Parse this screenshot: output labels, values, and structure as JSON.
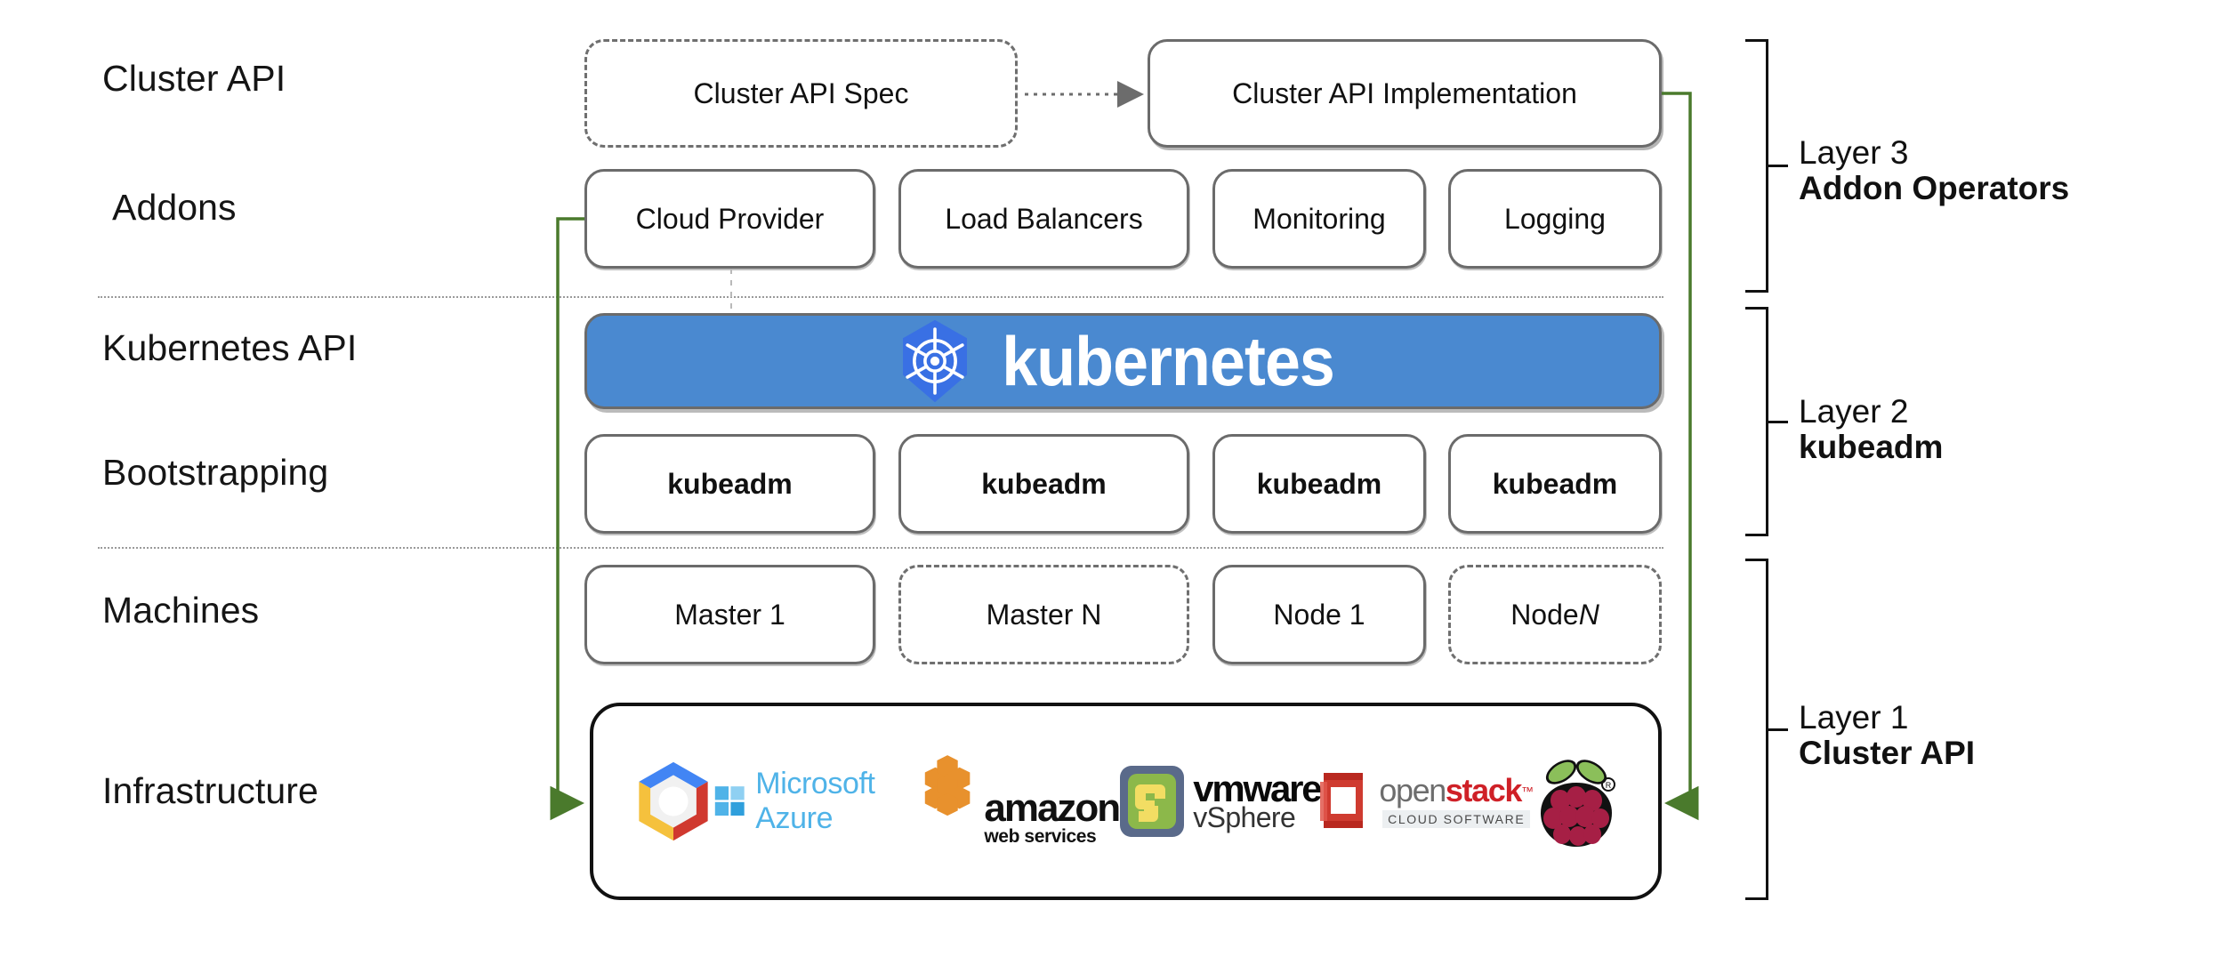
{
  "diagram": {
    "title": "Kubernetes Cluster API layered architecture",
    "accent_green": "#4a7a2c",
    "kubernetes_blue": "#4a89d0",
    "logo_blue": "#3970e4"
  },
  "row_labels": [
    {
      "id": "cluster-api",
      "text": "Cluster API"
    },
    {
      "id": "addons",
      "text": "Addons"
    },
    {
      "id": "kubernetes-api",
      "text": "Kubernetes API"
    },
    {
      "id": "bootstrapping",
      "text": "Bootstrapping"
    },
    {
      "id": "machines",
      "text": "Machines"
    },
    {
      "id": "infrastructure",
      "text": "Infrastructure"
    }
  ],
  "cluster_api_row": {
    "spec": {
      "label": "Cluster API Spec",
      "style": "dashed"
    },
    "implementation": {
      "label": "Cluster API Implementation",
      "style": "solid"
    },
    "connector": "dotted-arrow-right"
  },
  "addons_row": [
    {
      "label": "Cloud Provider"
    },
    {
      "label": "Load Balancers"
    },
    {
      "label": "Monitoring"
    },
    {
      "label": "Logging"
    }
  ],
  "kubernetes_banner": {
    "wordmark": "kubernetes",
    "logo": "kubernetes-helm-wheel"
  },
  "bootstrapping_row": [
    {
      "label": "kubeadm"
    },
    {
      "label": "kubeadm"
    },
    {
      "label": "kubeadm"
    },
    {
      "label": "kubeadm"
    }
  ],
  "machines_row": [
    {
      "label": "Master 1",
      "style": "solid",
      "italic_suffix": ""
    },
    {
      "label": "Master N",
      "style": "dashed",
      "italic_suffix": ""
    },
    {
      "label": "Node 1",
      "style": "solid",
      "italic_suffix": ""
    },
    {
      "label": "Node ",
      "style": "dashed",
      "italic_suffix": "N"
    }
  ],
  "infrastructure_row": {
    "providers": [
      {
        "name": "Google Cloud Platform",
        "icon": "google-cloud-hexagon-icon",
        "text": ""
      },
      {
        "name": "Microsoft Azure",
        "icon": "microsoft-azure-icon",
        "text": "Microsoft Azure"
      },
      {
        "name": "Amazon Web Services",
        "icon": "aws-cubes-icon",
        "text": "amazon",
        "subtext": "web services"
      },
      {
        "name": "VMware vSphere",
        "icon": "vmware-icon",
        "text": "vmware",
        "subtext": "vSphere"
      },
      {
        "name": "OpenStack",
        "icon": "openstack-icon",
        "text": "openstack",
        "subtext": "CLOUD SOFTWARE"
      },
      {
        "name": "Raspberry Pi",
        "icon": "raspberry-pi-icon",
        "text": ""
      }
    ]
  },
  "layers": [
    {
      "id": "layer-3",
      "number": "Layer 3",
      "name": "Addon Operators"
    },
    {
      "id": "layer-2",
      "number": "Layer 2",
      "name": "kubeadm"
    },
    {
      "id": "layer-1",
      "number": "Layer 1",
      "name": "Cluster API"
    }
  ]
}
